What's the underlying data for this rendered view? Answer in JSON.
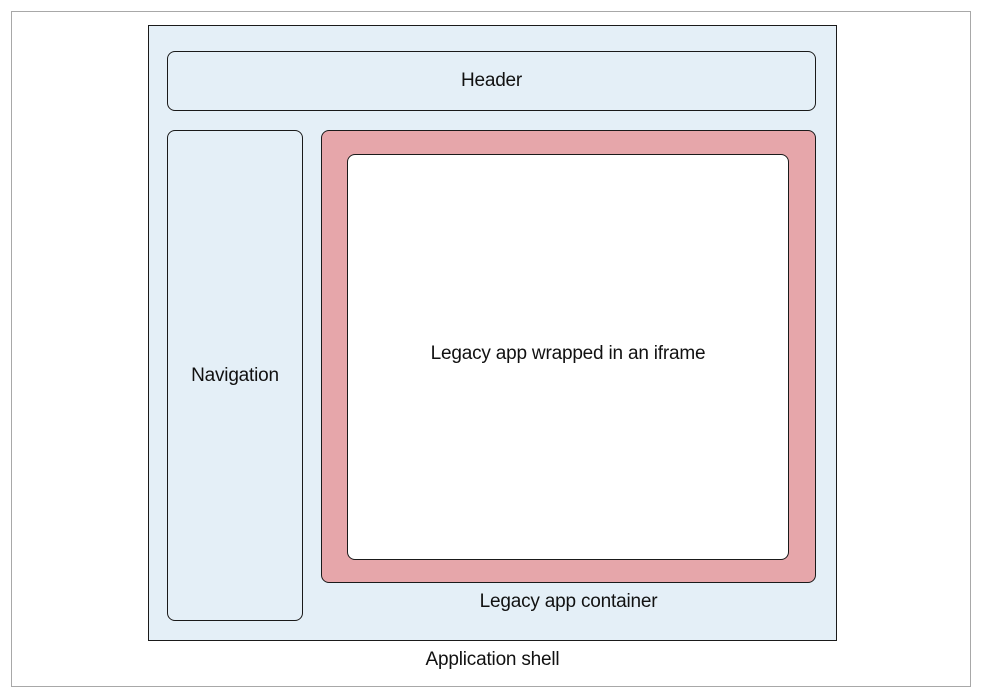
{
  "diagram": {
    "header_label": "Header",
    "navigation_label": "Navigation",
    "iframe_label": "Legacy app wrapped in an iframe",
    "container_label": "Legacy app container",
    "shell_label": "Application shell"
  },
  "colors": {
    "shell_fill": "#e4eff7",
    "container_fill": "#e6a6aa",
    "iframe_fill": "#ffffff",
    "outline": "#1a1a1a"
  }
}
